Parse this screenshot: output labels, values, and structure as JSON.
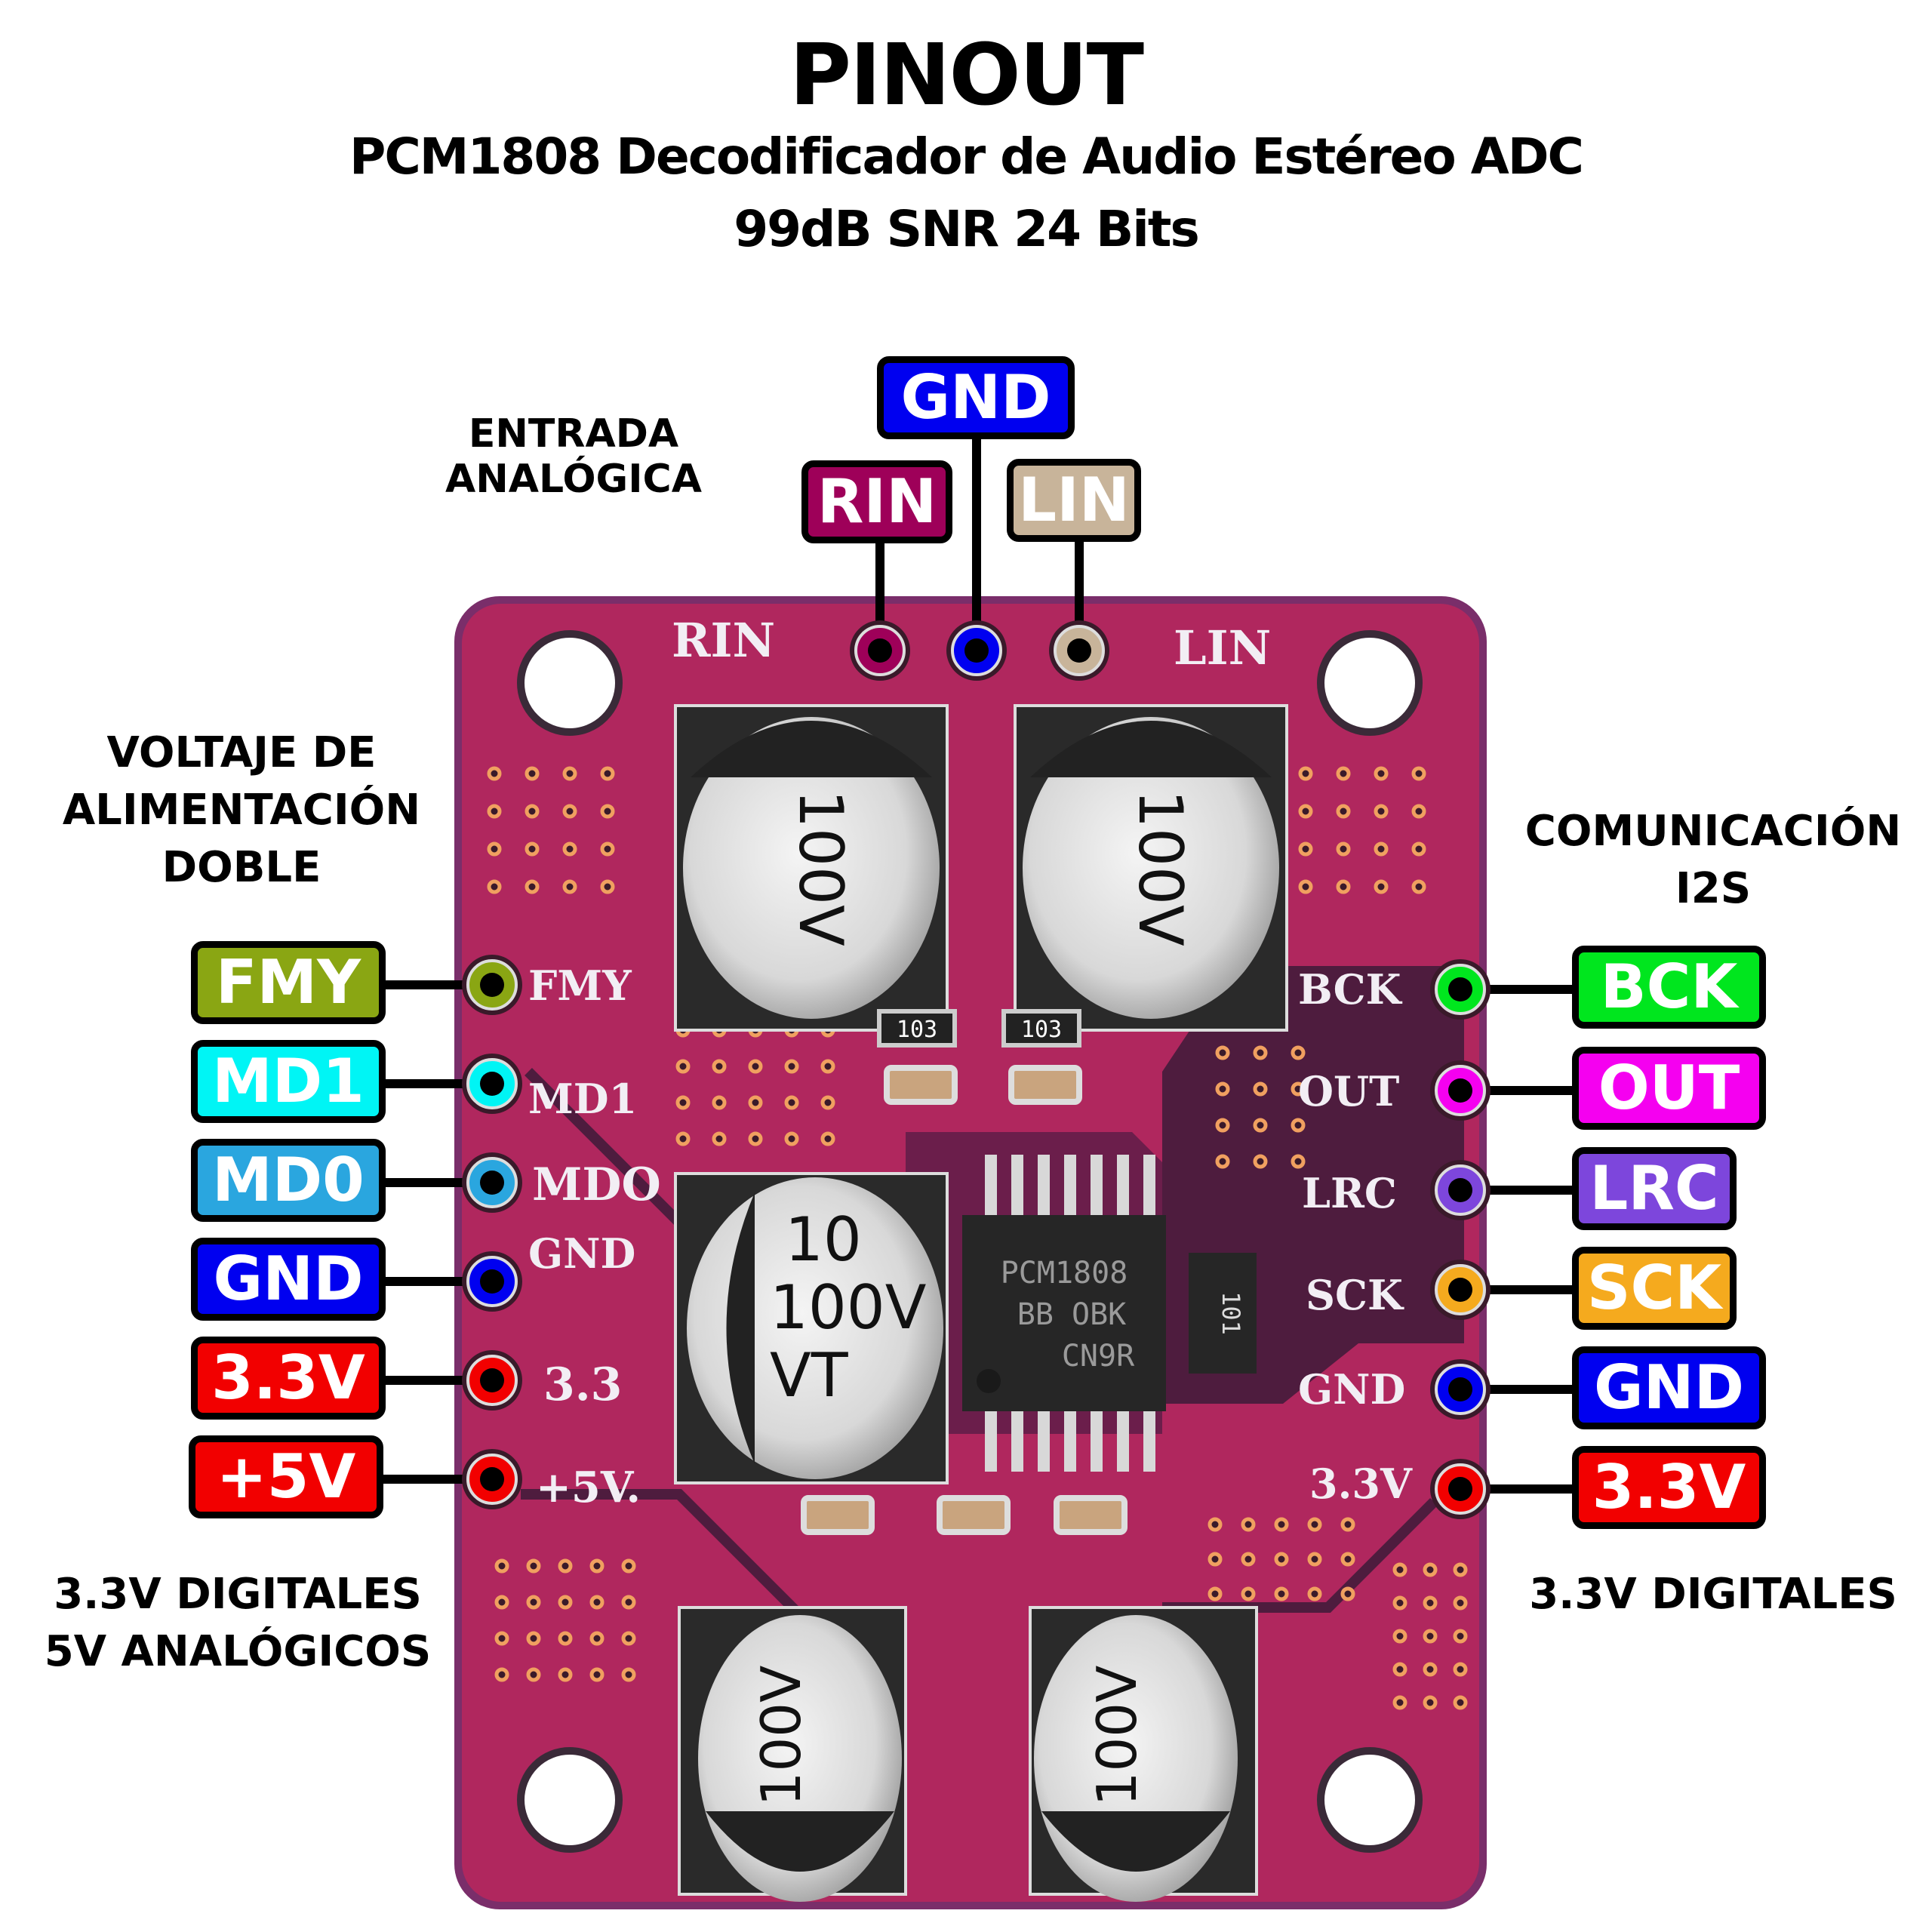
{
  "header": {
    "title": "PINOUT",
    "subtitle": "PCM1808 Decodificador de Audio Estéreo ADC",
    "spec": "99dB SNR 24 Bits"
  },
  "groups": {
    "analog_input": [
      "ENTRADA",
      "ANALÓGICA"
    ],
    "dual_supply": [
      "VOLTAJE DE",
      "ALIMENTACIÓN",
      "DOBLE"
    ],
    "i2s": [
      "COMUNICACIÓN",
      "I2S"
    ],
    "left_supply_note": [
      "3.3V DIGITALES",
      "5V ANALÓGICOS"
    ],
    "right_supply_note": [
      "3.3V DIGITALES"
    ]
  },
  "top_pins": [
    {
      "label": "RIN",
      "color": "#9e0059",
      "silk": "RIN"
    },
    {
      "label": "GND",
      "color": "#0000f0",
      "silk": ""
    },
    {
      "label": "LIN",
      "color": "#c8b49a",
      "silk": "LIN"
    }
  ],
  "left_pins": [
    {
      "label": "FMY",
      "color": "#8aa613",
      "silk": "FMY"
    },
    {
      "label": "MD1",
      "color": "#00f5f5",
      "silk": "MD1"
    },
    {
      "label": "MD0",
      "color": "#2aa6df",
      "silk": "MDO"
    },
    {
      "label": "GND",
      "color": "#0000f0",
      "silk": "GND"
    },
    {
      "label": "3.3V",
      "color": "#f20000",
      "silk": "3.3"
    },
    {
      "label": "+5V",
      "color": "#f20000",
      "silk": "+5V."
    }
  ],
  "right_pins": [
    {
      "label": "BCK",
      "color": "#00e61e",
      "silk": "BCK"
    },
    {
      "label": "OUT",
      "color": "#f500f0",
      "silk": "OUT"
    },
    {
      "label": "LRC",
      "color": "#7d46dc",
      "silk": "LRC"
    },
    {
      "label": "SCK",
      "color": "#f5aa1e",
      "silk": "SCK"
    },
    {
      "label": "GND",
      "color": "#0000f0",
      "silk": "GND"
    },
    {
      "label": "3.3V",
      "color": "#f20000",
      "silk": "3.3V"
    }
  ],
  "board": {
    "chip_lines": [
      "PCM1808",
      "BB OBK",
      "CN9R"
    ],
    "capacitor_text": [
      "10",
      "100V",
      "VT"
    ],
    "resistor_code": "103",
    "resistor_array_code": "101",
    "pcb_color": "#b0275e"
  }
}
